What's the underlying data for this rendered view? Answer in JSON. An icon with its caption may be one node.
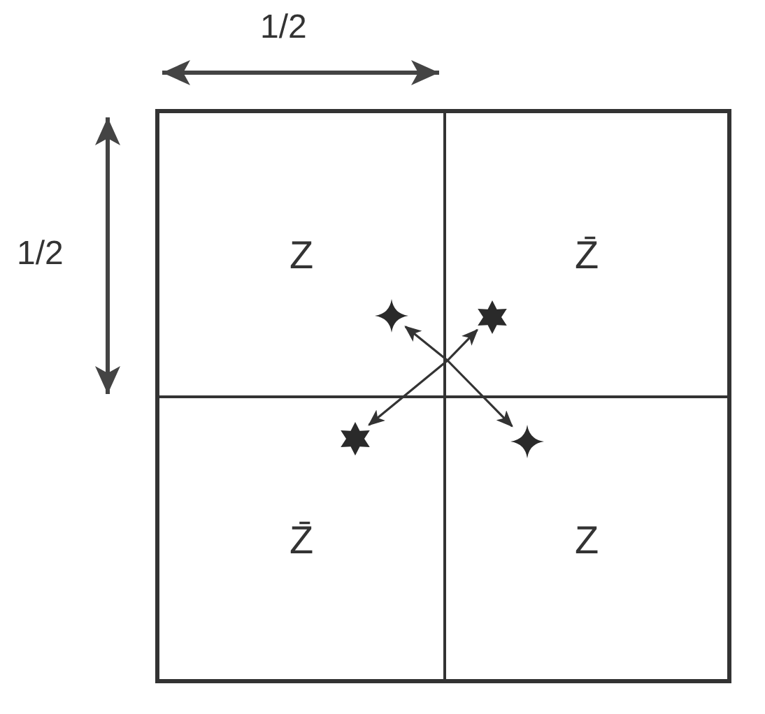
{
  "diagram": {
    "nodes": [
      {
        "text": [
          "Z"
        ]
      },
      {
        "text": [
          "Z̄"
        ]
      },
      {
        "text": [
          "Z̄"
        ]
      },
      {
        "text": [
          "Z"
        ]
      },
      {
        "text": [],
        "shape": "star",
        "in": 0
      },
      {
        "text": [],
        "shape": "star",
        "in": 1
      },
      {
        "text": [],
        "shape": "star",
        "in": 2
      },
      {
        "text": [],
        "shape": "star",
        "in": 3
      }
    ],
    "edges": [
      {
        "from": 1,
        "to": 4,
        "arrow": "to"
      },
      {
        "from": 1,
        "to": 5,
        "arrow": "to"
      },
      {
        "from": 1,
        "to": 6,
        "arrow": "to"
      },
      {
        "from": 1,
        "to": 7,
        "arrow": "to"
      }
    ],
    "labels": [
      "1/2",
      "1/2"
    ]
  }
}
